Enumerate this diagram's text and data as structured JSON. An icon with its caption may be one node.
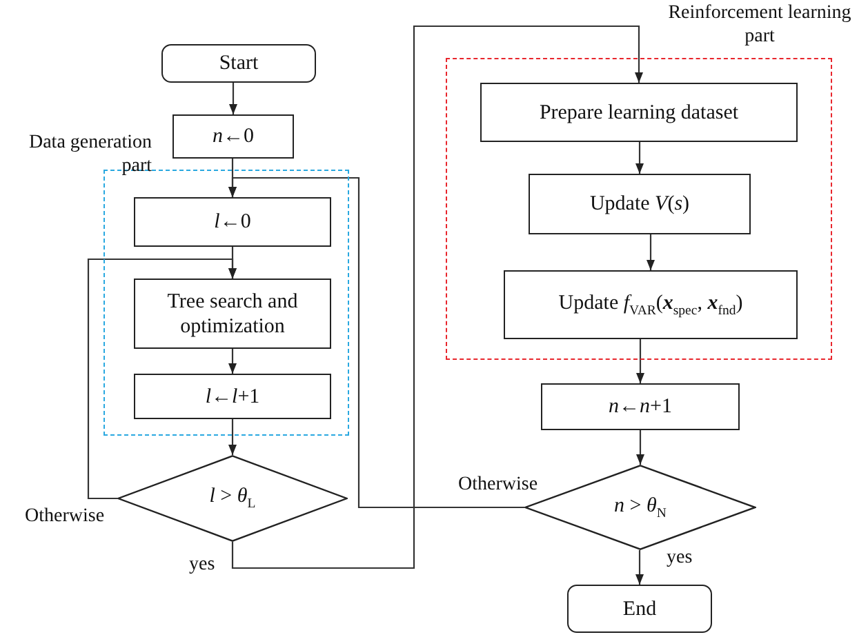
{
  "diagram": {
    "nodes": [
      {
        "text": [
          "Start"
        ]
      },
      {
        "text": [
          "*n*←0"
        ]
      },
      {
        "text": [
          "Data generation part"
        ]
      },
      {
        "text": [
          "*l*←0"
        ],
        "in": 2
      },
      {
        "text": [
          "Tree search and optimization"
        ],
        "in": 2
      },
      {
        "text": [
          "*l*←*l*+1"
        ],
        "in": 2
      },
      {
        "text": [
          "*l* > *θ*$_{L}$"
        ]
      },
      {
        "text": [
          "Reinforcement learning part"
        ]
      },
      {
        "text": [
          "Prepare learning dataset"
        ],
        "in": 7
      },
      {
        "text": [
          "Update *V*(*s*)"
        ],
        "in": 7
      },
      {
        "text": [
          "Update *f*$_{VAR}$(**x**$_{spec}$, **x**$_{fnd}$)"
        ],
        "in": 7
      },
      {
        "text": [
          "*n*←*n*+1"
        ]
      },
      {
        "text": [
          "*n* > *θ*$_{N}$"
        ]
      },
      {
        "text": [
          "End"
        ]
      }
    ],
    "edges": [
      {
        "from": 0,
        "to": 1,
        "arrow": "to"
      },
      {
        "from": 1,
        "to": 3,
        "arrow": "to"
      },
      {
        "from": 3,
        "to": 4,
        "arrow": "to"
      },
      {
        "from": 4,
        "to": 5,
        "arrow": "to"
      },
      {
        "from": 5,
        "to": 6,
        "arrow": "to"
      },
      {
        "from": 6,
        "to": 4,
        "arrow": "to",
        "label": "Otherwise"
      },
      {
        "from": 6,
        "to": 8,
        "arrow": "to",
        "label": "yes"
      },
      {
        "from": 8,
        "to": 9,
        "arrow": "to"
      },
      {
        "from": 9,
        "to": 10,
        "arrow": "to"
      },
      {
        "from": 10,
        "to": 11,
        "arrow": "to"
      },
      {
        "from": 11,
        "to": 12,
        "arrow": "to"
      },
      {
        "from": 12,
        "to": 3,
        "arrow": "to",
        "label": "Otherwise"
      },
      {
        "from": 12,
        "to": 13,
        "arrow": "to",
        "label": "yes"
      }
    ]
  }
}
